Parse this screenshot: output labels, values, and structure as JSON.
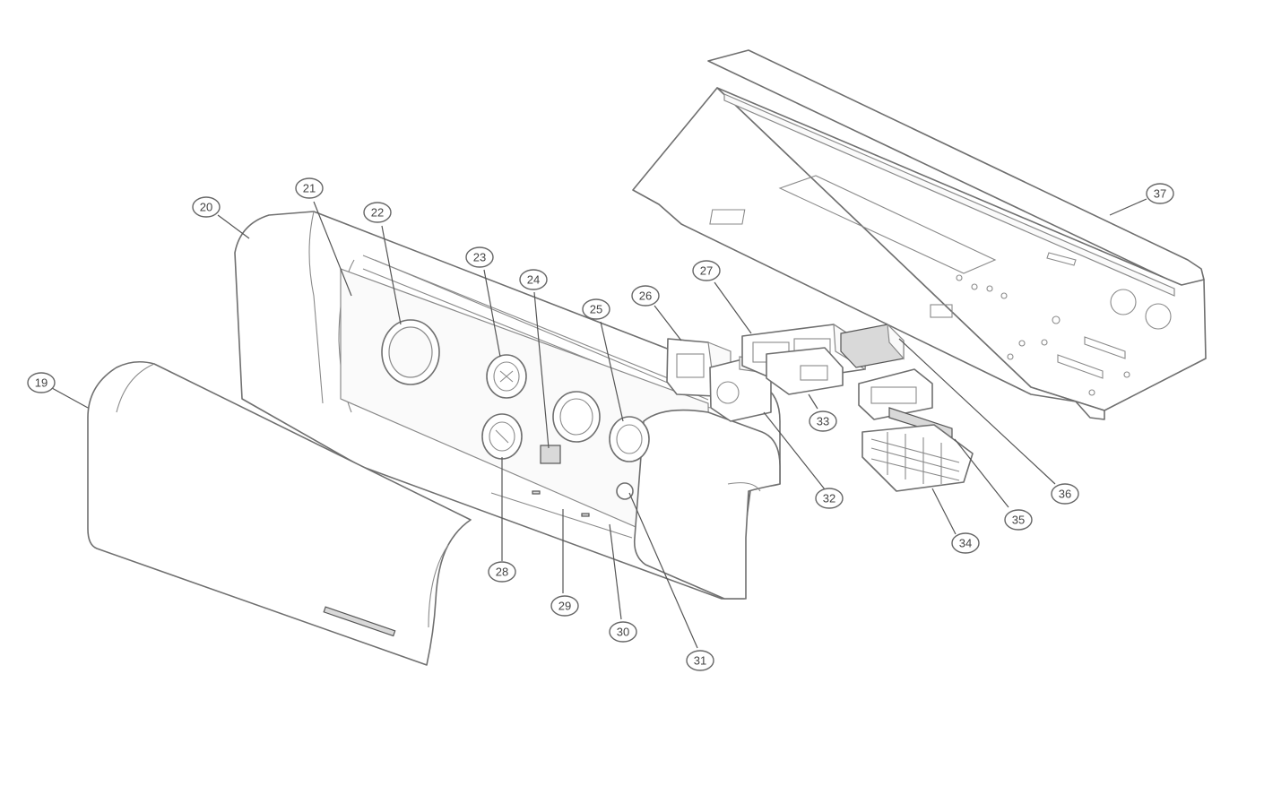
{
  "callouts": {
    "c19": "19",
    "c20": "20",
    "c21": "21",
    "c22": "22",
    "c23": "23",
    "c24": "24",
    "c25": "25",
    "c26": "26",
    "c27": "27",
    "c28": "28",
    "c29": "29",
    "c30": "30",
    "c31": "31",
    "c32": "32",
    "c33": "33",
    "c34": "34",
    "c35": "35",
    "c36": "36",
    "c37": "37"
  }
}
